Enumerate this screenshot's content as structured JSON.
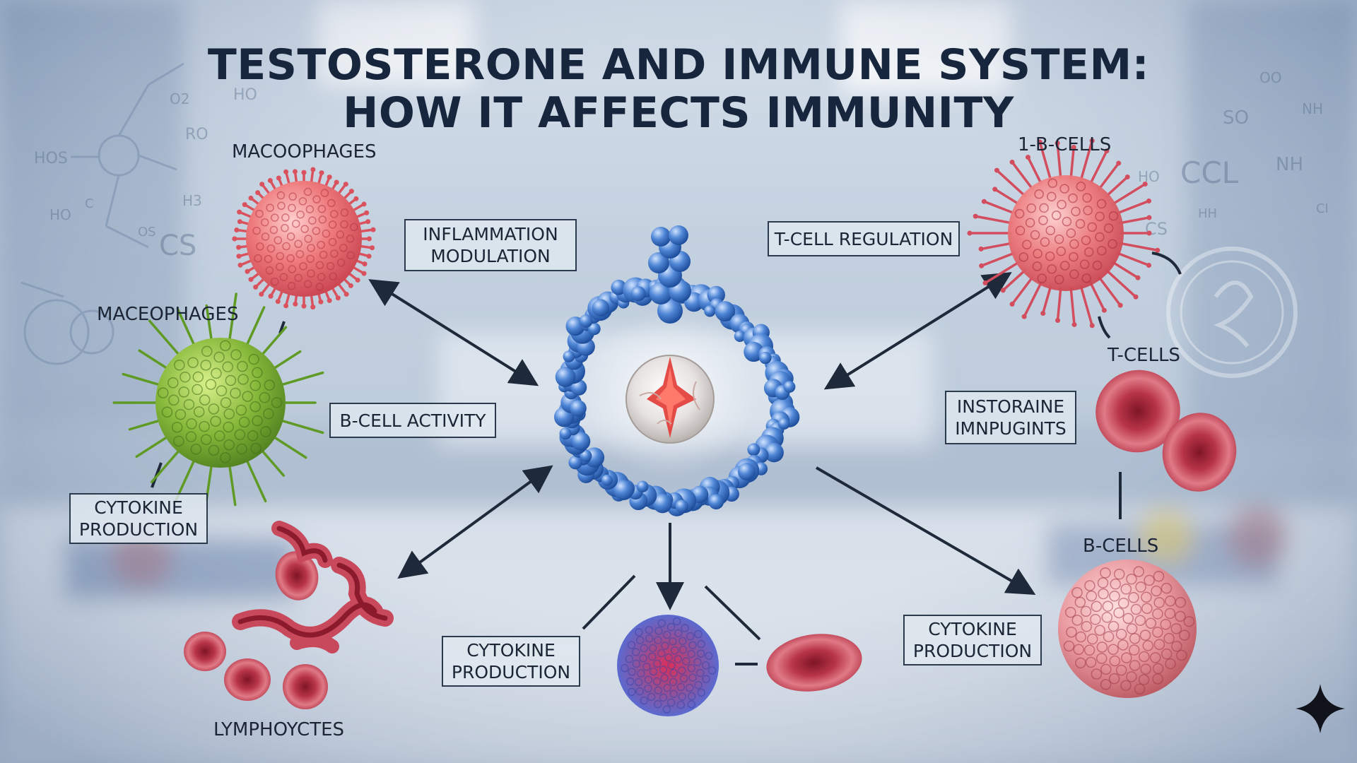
{
  "title": {
    "line1": "TESTOSTERONE AND IMMUNE SYSTEM:",
    "line2": "HOW IT AFFECTS IMMUNITY"
  },
  "cell_labels": {
    "macoophages": "MACOOPHAGES",
    "maceophages": "MACEOPHAGES",
    "t_b_cells": "1-B-CELLS",
    "t_cells": "T-CELLS",
    "b_cells": "B-CELLS",
    "lymphoycytes": "LYMPHOYCTES"
  },
  "boxes": {
    "inflammation": [
      "INFLAMMATION",
      "MODULATION"
    ],
    "t_cell_regulation": [
      "T-CELL REGULATION"
    ],
    "b_cell_activity": [
      "B-CELL ACTIVITY"
    ],
    "instoraine": [
      "INSTORAINE",
      "IMNPUGINTS"
    ],
    "cytokine_left": [
      "CYTOKINE",
      "PRODUCTION"
    ],
    "cytokine_bottom": [
      "CYTOKINE",
      "PRODUCTION"
    ],
    "cytokine_right": [
      "CYTOKINE",
      "PRODUCTION"
    ]
  },
  "background_formula_text": {
    "left": [
      "HOS",
      "HO",
      "CS",
      "HO",
      "O2",
      "H3",
      "OS",
      "RO",
      "C"
    ],
    "right": [
      "OO",
      "SO",
      "NH",
      "CCL",
      "HO",
      "CS",
      "HH",
      "NH",
      "Cl"
    ]
  },
  "colors": {
    "title": "#17263c",
    "arrow": "#1e2a3a",
    "macrophage_red": "#e8636a",
    "macrophage_green": "#7fb13a",
    "receptor_blue": "#3f74c4",
    "red_cell": "#c94b5c"
  },
  "icons": [
    "sparkle-icon",
    "molecule-icon"
  ]
}
